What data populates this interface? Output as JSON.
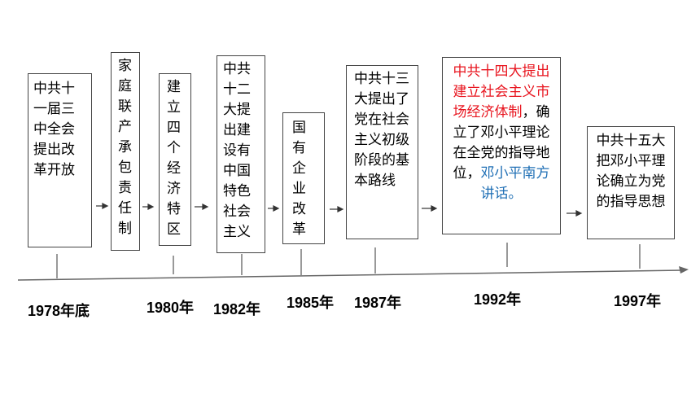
{
  "events": [
    {
      "text": "中共十一届三中全会提出改革开放"
    },
    {
      "text": "家庭联产承包责任制"
    },
    {
      "text": "建立四个经济特区"
    },
    {
      "text": "中共十二大提出建设有中国特色社会主义"
    },
    {
      "text": "国有企业改革"
    },
    {
      "text": "中共十三大提出了党在社会主义初级阶段的基本路线"
    },
    {
      "text_red": "中共十四大提出建立社会主义市场经济体制",
      "text_black": "，确立了邓小平理论在全党的指导地位，",
      "text_blue": "邓小平南方讲话。"
    },
    {
      "text": "中共十五大把邓小平理论确立为党的指导思想"
    }
  ],
  "years": [
    "1978年底",
    "1980年",
    "1982年",
    "1985年",
    "1987年",
    "1992年",
    "1997年"
  ],
  "colors": {
    "highlight_red": "#e8141e",
    "highlight_blue": "#1f6fb5"
  }
}
